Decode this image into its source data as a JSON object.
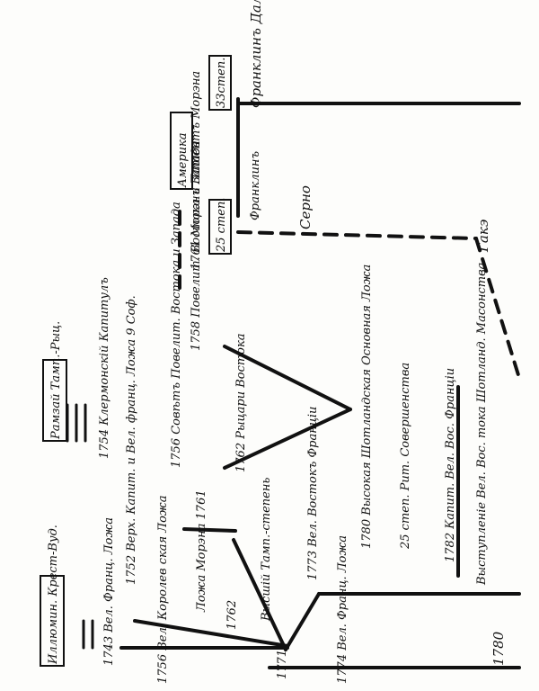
{
  "labels": {
    "illuminati_box": "Иллюмин. Крест-Вуд.",
    "ramsay_box": "Рамзай Тамп.-Рыц.",
    "america_box": "Америка",
    "deg33_box": "33степ.",
    "deg25_box": "25 степ.",
    "franklin_dalcho": "Франклинъ Далько де Грасъ Тильи",
    "franklin": "Франклинъ",
    "cerneau": "Серно",
    "gaco": "Гакэ",
    "y1743": "1743 Вел. Франц. Ложа",
    "y1756_kings": "1756 Вел. Королев ская Ложа",
    "y1762_left": "1762",
    "morin_1761": "Ложа Морэна 1761",
    "y1752": "1752 Верх. Капит. и Вел. франц. Ложа 9 Соф.",
    "y1754": "1754 Клермонскій Капитулъ",
    "y1756_council": "1756 Совѣтъ Повелит. Востока и Запада",
    "y1758": "1758 Повелит. Востока и Запада",
    "y1761_morin": "1761 Морэнъ Патентъ Морэна",
    "y1762_rich": "1762 Рыцари Востока",
    "templar_high": "Высшій Тамп.-степень",
    "y1773": "1773 Вел. Востокъ Франціи",
    "y1771": "1771",
    "y1774": "1774 Вел. Франц. Ложа",
    "y1780_scot": "1780 Высокая Шотландская Основная Ложа",
    "scot25": "25 степ. Рит. Совершенства",
    "y1782": "1782 Капит. Вел. Вос. Франціи",
    "scot_exit": "Выступленіе Вел. Вос. тока Шотланд. Масонства",
    "y1780_bottom": "1780"
  }
}
